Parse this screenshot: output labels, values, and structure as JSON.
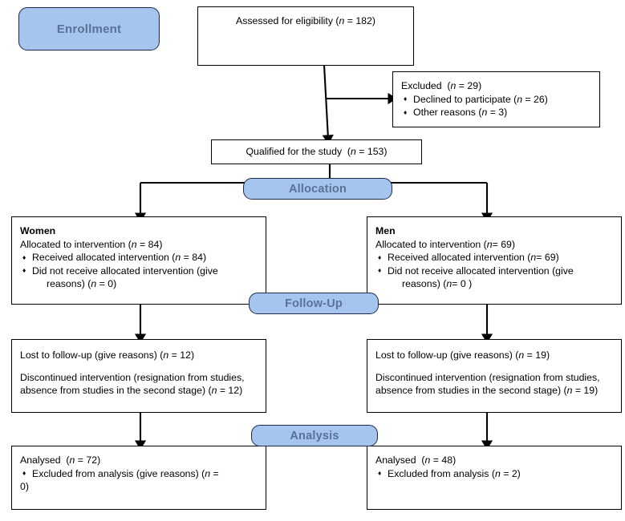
{
  "diagram": {
    "title": "CONSORT participant flow diagram",
    "colors": {
      "banner_fill": "#a5c4ee",
      "banner_border": "#1c2a4a",
      "banner_text": "#5a7296",
      "box_border": "#000000",
      "page_background": "#ffffff"
    }
  },
  "stages": {
    "enrollment": "Enrollment",
    "allocation": "Allocation",
    "followup": "Follow-Up",
    "analysis": "Analysis"
  },
  "assessed": {
    "line": "Assessed for eligibility (n = 182)",
    "label": "Assessed for eligibility",
    "n": 182
  },
  "excluded": {
    "title": "Excluded  (n = 29)",
    "n": 29,
    "items": [
      {
        "text": "Declined to participate (n = 26)",
        "n": 26
      },
      {
        "text": "Other reasons (n = 3)",
        "n": 3
      }
    ]
  },
  "qualified": {
    "line": "Qualified for the study  (n = 153)",
    "n": 153
  },
  "allocation": {
    "women": {
      "header": "Women",
      "allocated": "Allocated to intervention (n = 84)",
      "n": 84,
      "items": [
        {
          "text": "Received allocated intervention (n = 84)",
          "n": 84
        },
        {
          "text": "Did not receive allocated intervention (give",
          "cont": "reasons) (n = 0)",
          "n": 0
        }
      ]
    },
    "men": {
      "header": "Men",
      "allocated": "Allocated to intervention (n= 69)",
      "n": 69,
      "items": [
        {
          "text": "Received allocated intervention (n= 69)",
          "n": 69
        },
        {
          "text": "Did not receive allocated intervention (give",
          "cont": "reasons) (n= 0 )",
          "n": 0
        }
      ]
    }
  },
  "followup": {
    "women": {
      "lost": "Lost to follow-up (give reasons) (n = 12)",
      "lost_n": 12,
      "discontinued": "Discontinued intervention (resignation from studies, absence from studies in the second stage) (n = 12)",
      "discontinued_n": 12
    },
    "men": {
      "lost": "Lost to follow-up (give reasons) (n = 19)",
      "lost_n": 19,
      "discontinued": "Discontinued intervention (resignation from studies, absence from studies in the second stage) (n = 19)",
      "discontinued_n": 19
    }
  },
  "analysis": {
    "women": {
      "analysed": "Analysed  (n = 72)",
      "n": 72,
      "excluded_text": "Excluded from analysis (give reasons) (n =",
      "excluded_cont": "0)",
      "excluded_n": 0
    },
    "men": {
      "analysed": "Analysed  (n = 48)",
      "n": 48,
      "excluded_text": "Excluded from analysis (n = 2)",
      "excluded_n": 2
    }
  }
}
